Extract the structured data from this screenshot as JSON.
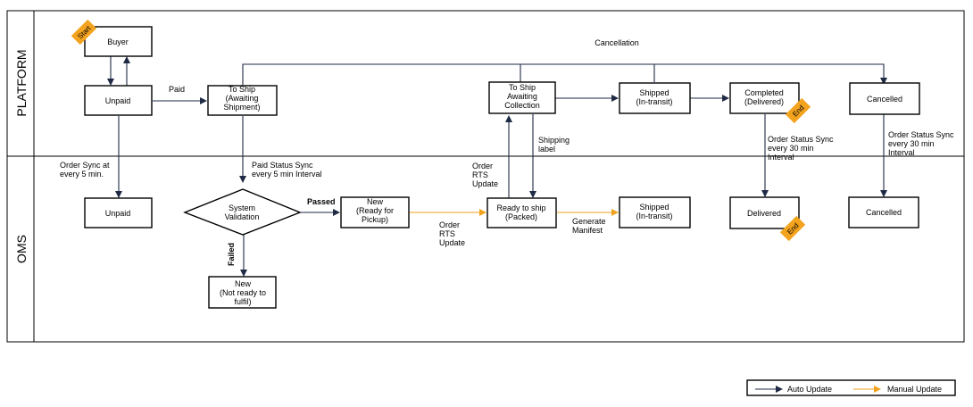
{
  "lanes": {
    "platform": "PLATFORM",
    "oms": "OMS"
  },
  "tags": {
    "start": "Start",
    "end": "End"
  },
  "nodes": {
    "buyer": [
      "Buyer"
    ],
    "p_unpaid": [
      "Unpaid"
    ],
    "p_to_ship": [
      "To Ship",
      "(Awaiting",
      "Shipment)"
    ],
    "p_to_ship_collection": [
      "To Ship",
      "Awaiting",
      "Collection"
    ],
    "p_shipped": [
      "Shipped",
      "(In-transit)"
    ],
    "p_completed": [
      "Completed",
      "(Delivered)"
    ],
    "p_cancelled": [
      "Cancelled"
    ],
    "o_unpaid": [
      "Unpaid"
    ],
    "o_validation": [
      "System",
      "Validation"
    ],
    "o_new_ready": [
      "New",
      "(Ready for",
      "Pickup)"
    ],
    "o_new_not_ready": [
      "New",
      "(Not ready to",
      "fulfil)"
    ],
    "o_ready_to_ship": [
      "Ready to ship",
      "(Packed)"
    ],
    "o_shipped": [
      "Shipped",
      "(In-transit)"
    ],
    "o_delivered": [
      "Delivered"
    ],
    "o_cancelled": [
      "Cancelled"
    ]
  },
  "labels": {
    "cancellation": [
      "Cancellation"
    ],
    "paid": [
      "Paid"
    ],
    "order_sync": [
      "Order Sync at",
      "every 5 min."
    ],
    "paid_status_sync": [
      "Paid Status Sync",
      "every 5 min Interval"
    ],
    "passed": [
      "Passed"
    ],
    "failed": [
      "Failed"
    ],
    "order_rts_update_1": [
      "Order",
      "RTS",
      "Update"
    ],
    "order_rts_update_2": [
      "Order",
      "RTS",
      "Update"
    ],
    "shipping_label": [
      "Shipping",
      "label"
    ],
    "generate_manifest": [
      "Generate",
      "Manifest"
    ],
    "order_status_sync_1": [
      "Order Status Sync",
      "every 30 min",
      "Interval"
    ],
    "order_status_sync_2": [
      "Order Status Sync",
      "every 30 min",
      "Interval"
    ]
  },
  "legend": {
    "auto": "Auto Update",
    "manual": "Manual Update"
  },
  "colors": {
    "auto": "#1f2a44",
    "manual": "#f0a21c",
    "tag": "#f3a31e"
  }
}
